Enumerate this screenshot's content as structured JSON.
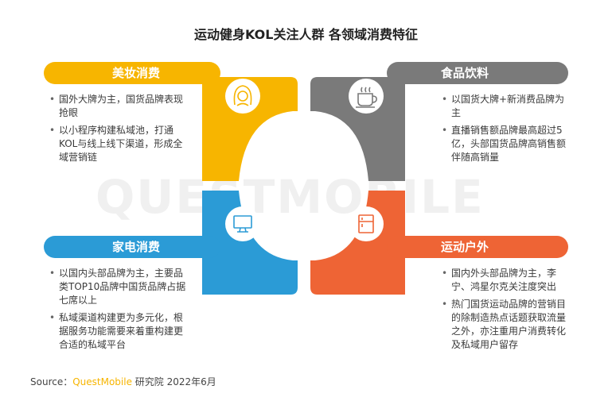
{
  "title": "运动健身KOL关注人群 各领域消费特征",
  "watermark": "QUESTMOBILE",
  "colors": {
    "beauty": "#f7b500",
    "food": "#7a7a7a",
    "appliance": "#2b9bd6",
    "sports": "#ee6435"
  },
  "icons": {
    "beauty": "woman-face-icon",
    "food": "coffee-cup-icon",
    "appliance": "monitor-icon",
    "sports": "fridge-icon"
  },
  "sections": {
    "beauty": {
      "label": "美妆消费",
      "bullets": [
        "国外大牌为主，国货品牌表现抢眼",
        "以小程序构建私域池，打通KOL与线上线下渠道，形成全域营销链"
      ]
    },
    "food": {
      "label": "食品饮料",
      "bullets": [
        "以国货大牌+新消费品牌为主",
        "直播销售额品牌最高超过5亿，头部国货品牌高销售额伴随高销量"
      ]
    },
    "appliance": {
      "label": "家电消费",
      "bullets": [
        "以国内头部品牌为主，主要品类TOP10品牌中国货品牌占据七席以上",
        "私域渠道构建更为多元化，根据服务功能需要来着重构建更合适的私域平台"
      ]
    },
    "sports": {
      "label": "运动户外",
      "bullets": [
        "国内外头部品牌为主，李宁、鸿星尔克关注度突出",
        "热门国货运动品牌的营销目的除制造热点话题获取流量之外，亦注重用户消费转化及私域用户留存"
      ]
    }
  },
  "source": {
    "prefix": "Source：",
    "brand": "QuestMobile",
    "suffix": " 研究院  2022年6月"
  }
}
